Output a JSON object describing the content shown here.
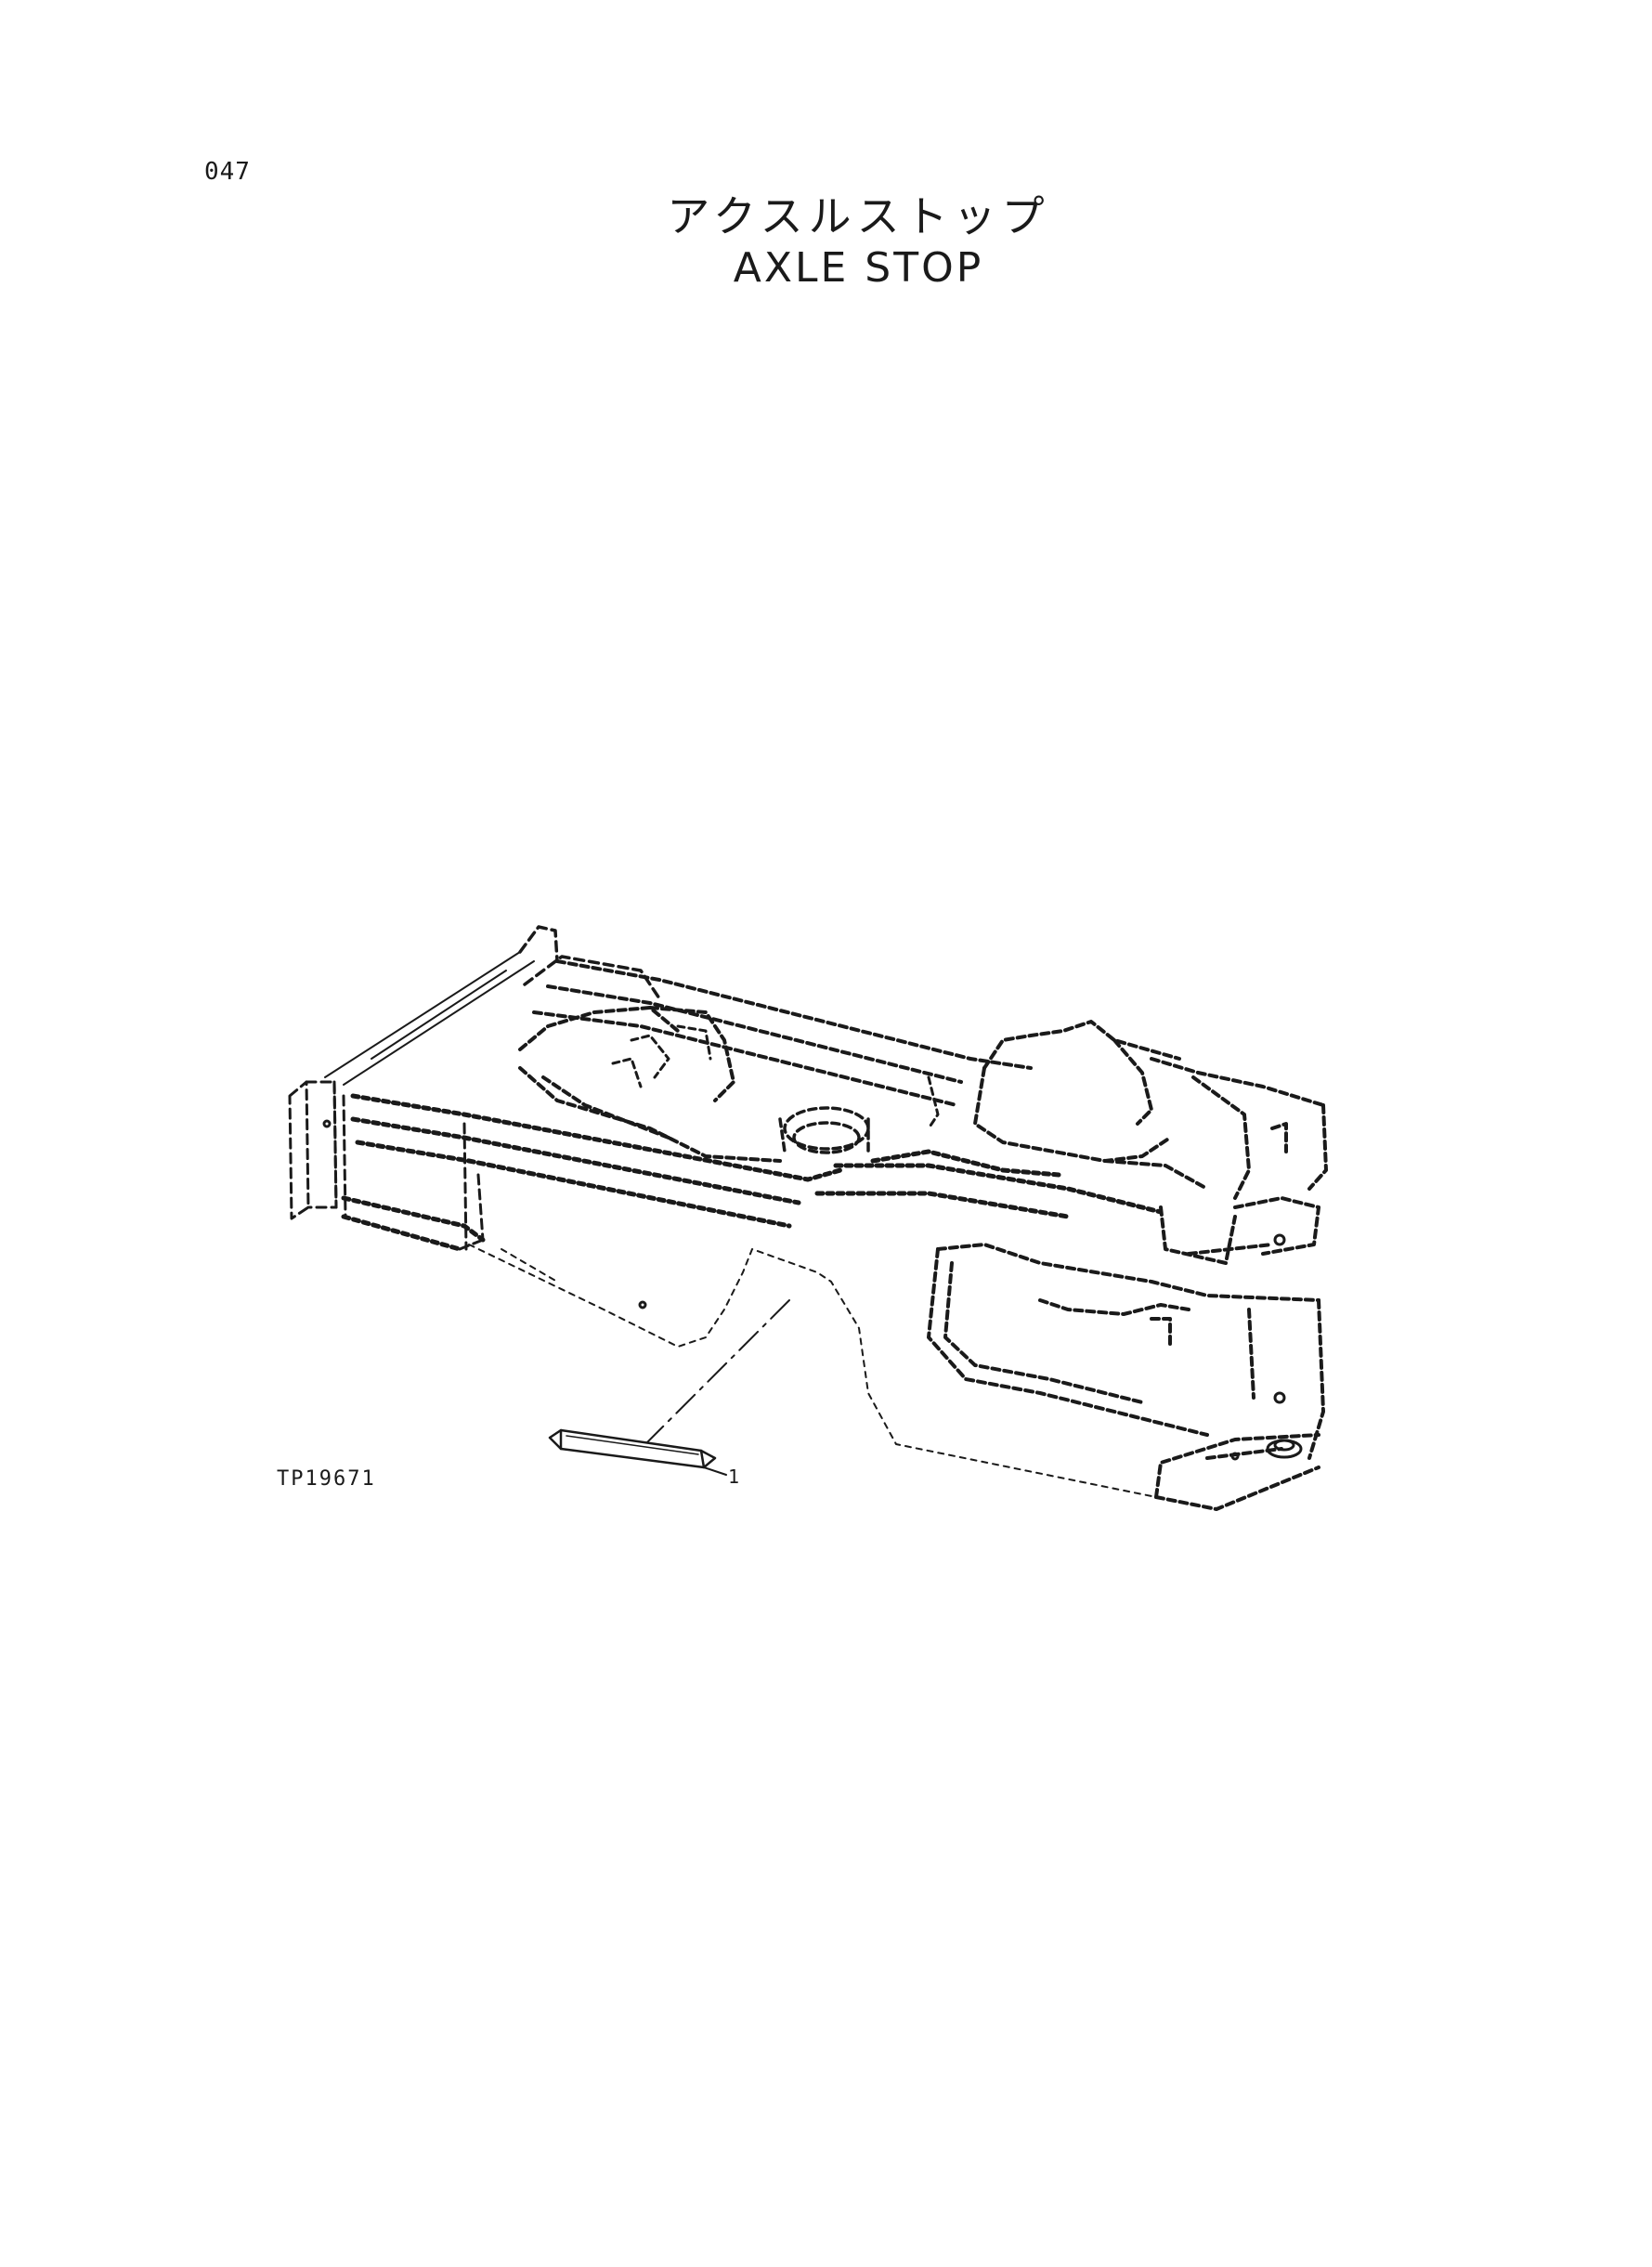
{
  "page": {
    "number": "047"
  },
  "title": {
    "japanese": "アクスルストップ",
    "english": "AXLE STOP"
  },
  "figure": {
    "id": "TP19671",
    "callouts": [
      {
        "label": "1"
      }
    ]
  },
  "colors": {
    "ink": "#1a1a1a",
    "paper": "#ffffff"
  }
}
